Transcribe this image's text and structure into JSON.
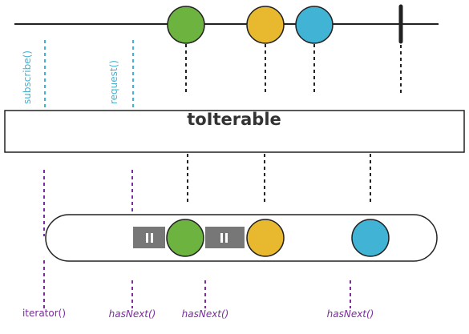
{
  "operator": {
    "label": "toIterable"
  },
  "source_calls": [
    "subscribe()",
    "request()"
  ],
  "source_marbles": [
    {
      "color_name": "green",
      "color": "#6db33f"
    },
    {
      "color_name": "yellow",
      "color": "#e8b92f"
    },
    {
      "color_name": "blue",
      "color": "#41b4d6"
    }
  ],
  "iterator_calls": [
    {
      "text": "iterator()",
      "italic": false
    },
    {
      "text": "hasNext()",
      "italic": true
    },
    {
      "text": "hasNext()",
      "italic": true
    },
    {
      "text": "hasNext()",
      "italic": true
    }
  ],
  "iterator_items": [
    {
      "kind": "wait",
      "icon": "pause-icon"
    },
    {
      "kind": "marble",
      "color_name": "green",
      "color": "#6db33f"
    },
    {
      "kind": "wait",
      "icon": "pause-icon"
    },
    {
      "kind": "marble",
      "color_name": "yellow",
      "color": "#e8b92f"
    },
    {
      "kind": "marble",
      "color_name": "blue",
      "color": "#41b4d6"
    }
  ],
  "colors": {
    "line": "#222222",
    "request_text": "#41b4d6",
    "call_text": "#7b2c9e",
    "wait": "#777777"
  }
}
